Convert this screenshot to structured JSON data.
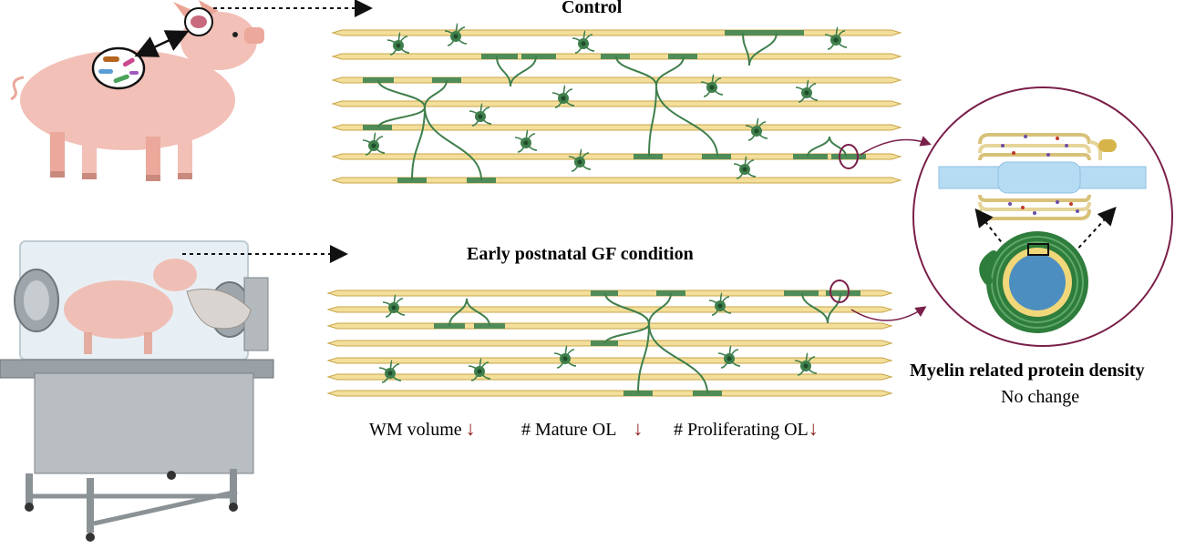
{
  "panels": {
    "control_title": "Control",
    "gf_title": "Early postnatal GF condition"
  },
  "metrics": [
    {
      "label": "WM volume",
      "direction": "down"
    },
    {
      "label": "# Mature OL",
      "direction": "down"
    },
    {
      "label": "# Proliferating OL",
      "direction": "down"
    }
  ],
  "inset": {
    "title": "Myelin related protein density",
    "subtitle": "No change"
  },
  "colors": {
    "axon": "#f3df9a",
    "axon_border": "#c9a64a",
    "oligodendrocyte": "#3f7f4c",
    "myelin_sheath": "#4f8c58",
    "pig": "#f2c0b6",
    "accent_circle": "#7a1f4a",
    "down_arrow": "#8b1a1a",
    "cyto_blue": "#a9d6ef",
    "nucleus_blue": "#4f8fbf"
  },
  "icons": [
    "pig-icon",
    "microbiota-icon",
    "brain-icon",
    "germ-free-isolator-icon",
    "oligodendrocyte-icon",
    "myelin-cross-section-icon"
  ]
}
